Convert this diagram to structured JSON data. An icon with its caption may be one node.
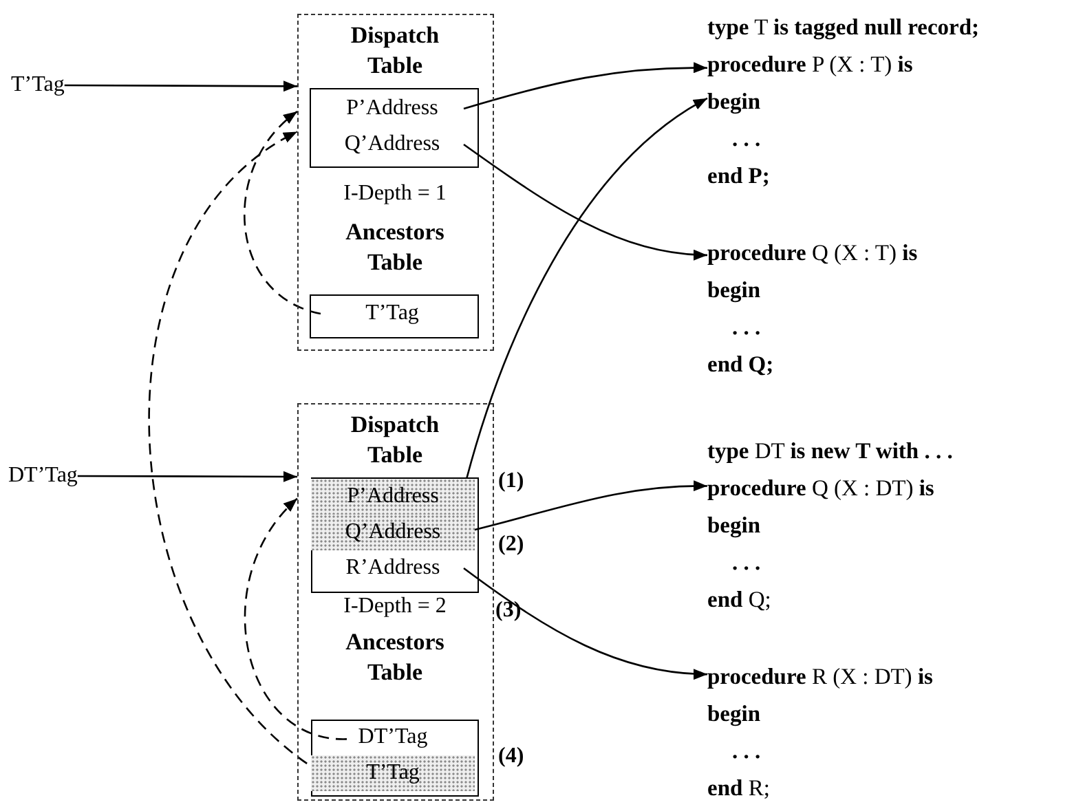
{
  "diagram": {
    "nodes": [
      {
        "text": [
          "T’Tag"
        ]
      },
      {
        "text": [
          "Dispatch Table",
          "I-Depth = 1",
          "Ancestors Table"
        ]
      },
      {
        "text": [],
        "shape": "box",
        "in": 1
      },
      {
        "text": [
          "P’Address"
        ],
        "in": 2
      },
      {
        "text": [
          "Q’Address"
        ],
        "in": 2
      },
      {
        "text": [],
        "shape": "box",
        "in": 1
      },
      {
        "text": [
          "T’Tag"
        ],
        "in": 5
      },
      {
        "text": [
          "DT’Tag"
        ]
      },
      {
        "text": [
          "Dispatch Table",
          "I-Depth = 2",
          "Ancestors Table"
        ],
        "beside": [
          "(3)"
        ]
      },
      {
        "text": [],
        "shape": "box",
        "in": 8
      },
      {
        "text": [
          "P’Address"
        ],
        "in": 9,
        "beside": [
          "(1)"
        ]
      },
      {
        "text": [
          "Q’Address"
        ],
        "in": 9,
        "beside": [
          "(2)"
        ]
      },
      {
        "text": [
          "R’Address"
        ],
        "in": 9
      },
      {
        "text": [],
        "shape": "box",
        "in": 8
      },
      {
        "text": [
          "DT’Tag"
        ],
        "in": 13
      },
      {
        "text": [
          "T’Tag"
        ],
        "in": 13,
        "beside": [
          "(4)"
        ]
      },
      {
        "text": [
          "**type** T **is tagged null record;**",
          "**procedure** P (X : T) **is**",
          "begin",
          ". . .",
          "end P;"
        ]
      },
      {
        "text": [
          "**procedure** Q (X : T) **is**",
          "begin",
          ". . .",
          "end Q;"
        ]
      },
      {
        "text": [
          "**type** DT **is new T with . . .**",
          "**procedure** Q (X : DT) **is**",
          "begin",
          ". . .",
          "**end** Q;"
        ]
      },
      {
        "text": [
          "**procedure** R (X : DT) **is**",
          "begin",
          ". . .",
          "**end** R;"
        ]
      }
    ],
    "edges": [
      {
        "from": 0,
        "to": 1,
        "arrow": "to"
      },
      {
        "from": 3,
        "to": 16,
        "arrow": "to"
      },
      {
        "from": 4,
        "to": 17,
        "arrow": "to"
      },
      {
        "from": 6,
        "to": 1,
        "arrow": "to",
        "style": "dashed"
      },
      {
        "from": 7,
        "to": 8,
        "arrow": "to"
      },
      {
        "from": 10,
        "to": 16,
        "arrow": "to"
      },
      {
        "from": 11,
        "to": 18,
        "arrow": "to"
      },
      {
        "from": 12,
        "to": 19,
        "arrow": "to"
      },
      {
        "from": 14,
        "to": 8,
        "arrow": "to",
        "style": "dashed"
      },
      {
        "from": 15,
        "to": 1,
        "arrow": "to",
        "style": "dashed"
      }
    ]
  }
}
